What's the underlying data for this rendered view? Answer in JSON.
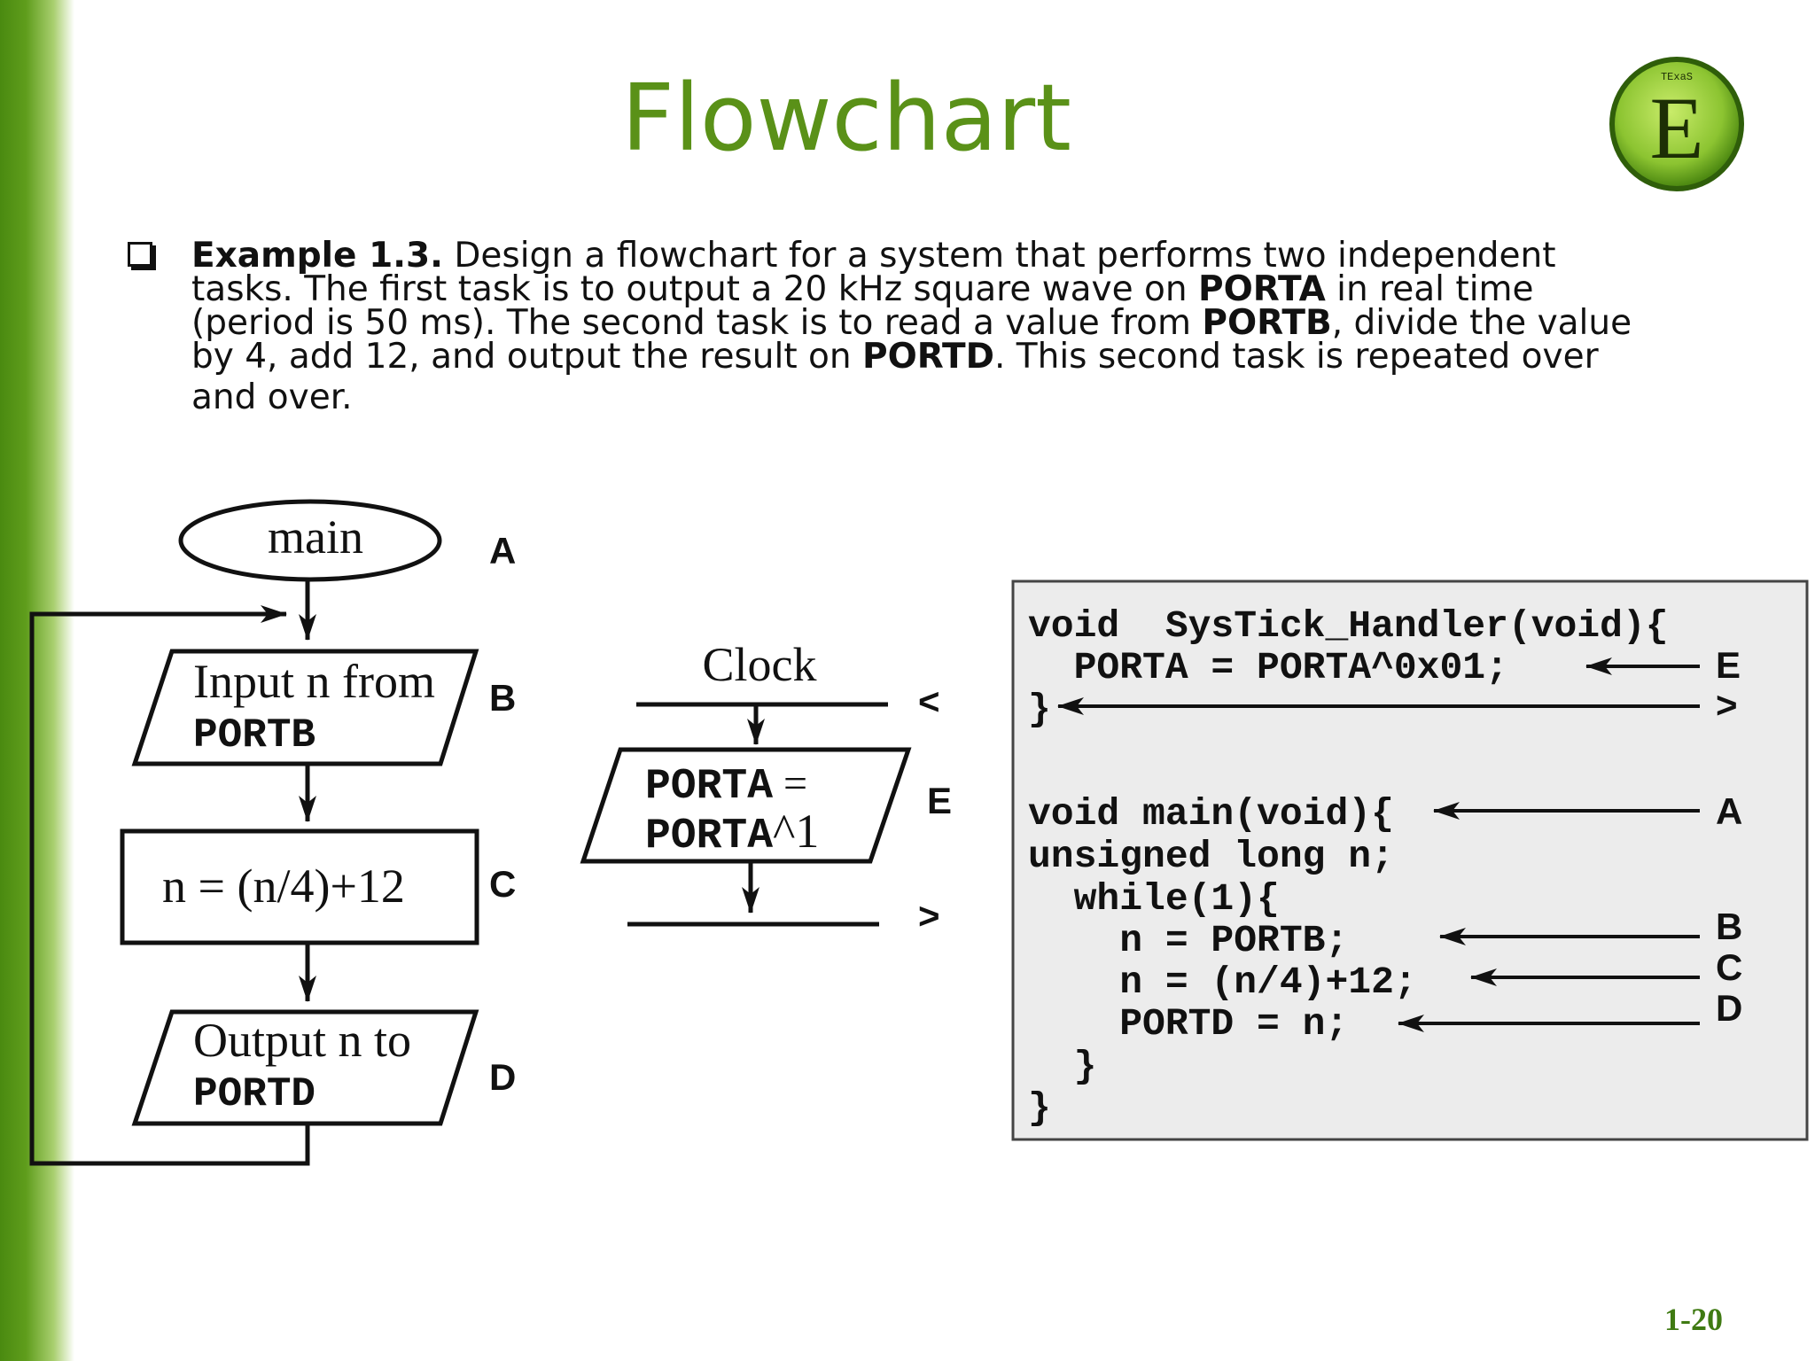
{
  "slide": {
    "title": "Flowchart",
    "page_number": "1-20",
    "logo": {
      "letter": "E",
      "text_top": "TExaS",
      "icon": "texas-e-logo"
    }
  },
  "description": {
    "bullet_icon": "hollow-square-bullet",
    "example_label": "Example 1.3.",
    "line1_rest": " Design a flowchart for a system that performs two independent",
    "line2_pre": "tasks. The first task is to output a 20 kHz square wave on ",
    "line2_bold": "PORTA",
    "line2_post": " in real time",
    "line3_pre": "(period is 50 ms). The second task is to read a value from ",
    "line3_bold": "PORTB",
    "line3_post": ", divide the value",
    "line4_pre": "by 4, add 12, and output the result on ",
    "line4_bold": "PORTD",
    "line4_post": ". This second task is repeated over",
    "line5": "and over."
  },
  "flowchart_main": {
    "start": "main",
    "input_line1": "Input n from",
    "input_line2": "PORTB",
    "process": "n = (n/4)+12",
    "output_line1": "Output n to",
    "output_line2": "PORTD",
    "label_a": "A",
    "label_b": "B",
    "label_c": "C",
    "label_d": "D"
  },
  "flowchart_isr": {
    "trigger": "Clock",
    "label_enter": "<",
    "box_line1_code": "PORTA",
    "box_line1_eq": " =",
    "box_line2_code": "PORTA",
    "box_line2_tail": "^1",
    "label_e": "E",
    "label_exit": ">"
  },
  "code": {
    "lines": [
      "void  SysTick_Handler(void){",
      "  PORTA = PORTA^0x01;",
      "}",
      "",
      "void main(void){",
      "unsigned long n;",
      "  while(1){",
      "    n = PORTB;",
      "    n = (n/4)+12;",
      "    PORTD = n;",
      "  }",
      "}"
    ],
    "labels": {
      "e": "E",
      "exit": ">",
      "a": "A",
      "b": "B",
      "c": "C",
      "d": "D"
    }
  }
}
